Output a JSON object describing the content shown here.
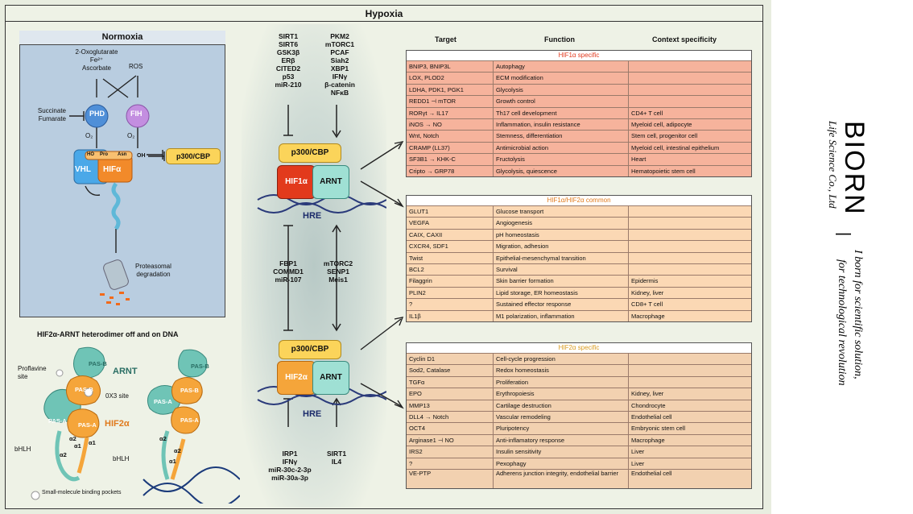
{
  "hypoxia_title": "Hypoxia",
  "normoxia": {
    "title": "Normoxia",
    "inputs": [
      "2-Oxoglutarate",
      "Fe²⁺",
      "Ascorbate"
    ],
    "ros": "ROS",
    "inhibitors": [
      "Succinate",
      "Fumarate"
    ],
    "phd": "PHD",
    "fih": "FIH",
    "o2": "O₂",
    "vhl": "VHL",
    "hif": "HIFα",
    "ho": "HO",
    "pro": "Pro",
    "asn": "Asn",
    "oh": "OH",
    "p300": "p300/CBP",
    "degradation": [
      "Proteasomal",
      "degradation"
    ]
  },
  "structure": {
    "title": "HIF2α-ARNT heterodimer off and on DNA",
    "proflavine": [
      "Proflavine",
      "site"
    ],
    "ox3": "0X3 site",
    "arnt": "ARNT",
    "hif2a": "HIF2α",
    "bhlh_left": "bHLH",
    "bhlh_right": "bHLH",
    "pas_labels": [
      "PAS-B",
      "PAS-B",
      "PAS-A",
      "PAS-A",
      "PAS-B",
      "PAS-A",
      "PAS-B",
      "PAS-A"
    ],
    "helix_labels": [
      "α1",
      "α2",
      "α1",
      "α2",
      "α2",
      "α1",
      "α2"
    ],
    "legend": "Small-molecule binding pockets"
  },
  "central": {
    "top_left_regulators": [
      "SIRT1",
      "SIRT6",
      "GSK3β",
      "ERβ",
      "CITED2",
      "p53",
      "miR-210"
    ],
    "top_right_regulators": [
      "PKM2",
      "mTORC1",
      "PCAF",
      "Siah2",
      "XBP1",
      "IFNγ",
      "β-catenin",
      "NFκB"
    ],
    "complex1": {
      "p300": "p300/CBP",
      "hif": "HIF1α",
      "arnt": "ARNT",
      "hre": "HRE"
    },
    "mid_left_regulators": [
      "FBP1",
      "COMMD1",
      "miR-107"
    ],
    "mid_right_regulators": [
      "mTORC2",
      "SENP1",
      "Meis1"
    ],
    "complex2": {
      "p300": "p300/CBP",
      "hif": "HIF2α",
      "arnt": "ARNT",
      "hre": "HRE"
    },
    "bottom_left_regulators": [
      "IRP1",
      "IFNγ",
      "miR-30c-2-3p",
      "miR-30a-3p"
    ],
    "bottom_right_regulators": [
      "SIRT1",
      "IL4"
    ]
  },
  "table_headers": {
    "target": "Target",
    "function": "Function",
    "context": "Context specificity"
  },
  "hif1_specific": {
    "title": "HIF1α specific",
    "rows": [
      [
        "BNIP3, BNIP3L",
        "Autophagy",
        ""
      ],
      [
        "LOX, PLOD2",
        "ECM modification",
        ""
      ],
      [
        "LDHA, PDK1, PGK1",
        "Glycolysis",
        ""
      ],
      [
        "REDD1 ⊣ mTOR",
        "Growth control",
        ""
      ],
      [
        "RORγt → IL17",
        "Th17 cell development",
        "CD4+ T cell"
      ],
      [
        "iNOS → NO",
        "Inflammation, insulin resistance",
        "Myeloid cell, adipocyte"
      ],
      [
        "Wnt, Notch",
        "Stemness, differentiation",
        "Stem cell, progenitor cell"
      ],
      [
        "CRAMP (LL37)",
        "Antimicrobial action",
        "Myeloid cell, intestinal epithelium"
      ],
      [
        "SF3B1 → KHK-C",
        "Fructolysis",
        "Heart"
      ],
      [
        "Cripto → GRP78",
        "Glycolysis, quiescence",
        "Hematopoietic stem cell"
      ]
    ]
  },
  "common": {
    "title": "HIF1α/HIF2α common",
    "rows": [
      [
        "GLUT1",
        "Glucose transport",
        ""
      ],
      [
        "VEGFA",
        "Angiogenesis",
        ""
      ],
      [
        "CAIX, CAXII",
        "pH homeostasis",
        ""
      ],
      [
        "CXCR4, SDF1",
        "Migration, adhesion",
        ""
      ],
      [
        "Twist",
        "Epithelial-mesenchymal transition",
        ""
      ],
      [
        "BCL2",
        "Survival",
        ""
      ],
      [
        "Filaggrin",
        "Skin barrier formation",
        "Epidermis"
      ],
      [
        "PLIN2",
        "Lipid storage, ER homeostasis",
        "Kidney, liver"
      ],
      [
        "?",
        "Sustained effector response",
        "CD8+ T cell"
      ],
      [
        "IL1β",
        "M1 polarization, inflammation",
        "Macrophage"
      ]
    ]
  },
  "hif2_specific": {
    "title": "HIF2α specific",
    "rows": [
      [
        "Cyclin D1",
        "Cell-cycle progression",
        ""
      ],
      [
        "Sod2, Catalase",
        "Redox homeostasis",
        ""
      ],
      [
        "TGFα",
        "Proliferation",
        ""
      ],
      [
        "EPO",
        "Erythropoiesis",
        "Kidney, liver"
      ],
      [
        "MMP13",
        "Cartilage destruction",
        "Chondrocyte"
      ],
      [
        "DLL4 → Notch",
        "Vascular remodeling",
        "Endothelial cell"
      ],
      [
        "OCT4",
        "Pluripotency",
        "Embryonic stem cell"
      ],
      [
        "Arginase1 ⊣ NO",
        "Anti-inflamatory response",
        "Macrophage"
      ],
      [
        "IRS2",
        "Insulin sensitivity",
        "Liver"
      ],
      [
        "?",
        "Pexophagy",
        "Liver"
      ],
      [
        "VE-PTP",
        "Adherens junction integrity, endothelial barrier",
        "Endothelial cell"
      ]
    ]
  },
  "brand": {
    "name": "BIORN",
    "sub": "Life Science Co., Ltd",
    "sep": "|",
    "slogan1": "I born for scientific solution,",
    "slogan2": "for technological revolution"
  },
  "colors": {
    "hif1_row": "#f6b39c",
    "common_row": "#fbd8b4",
    "hif2_row": "#f2d1b0",
    "hif1_title": "#e2381c",
    "common_title": "#e07a1c",
    "hif2_title": "#d99a1c"
  }
}
